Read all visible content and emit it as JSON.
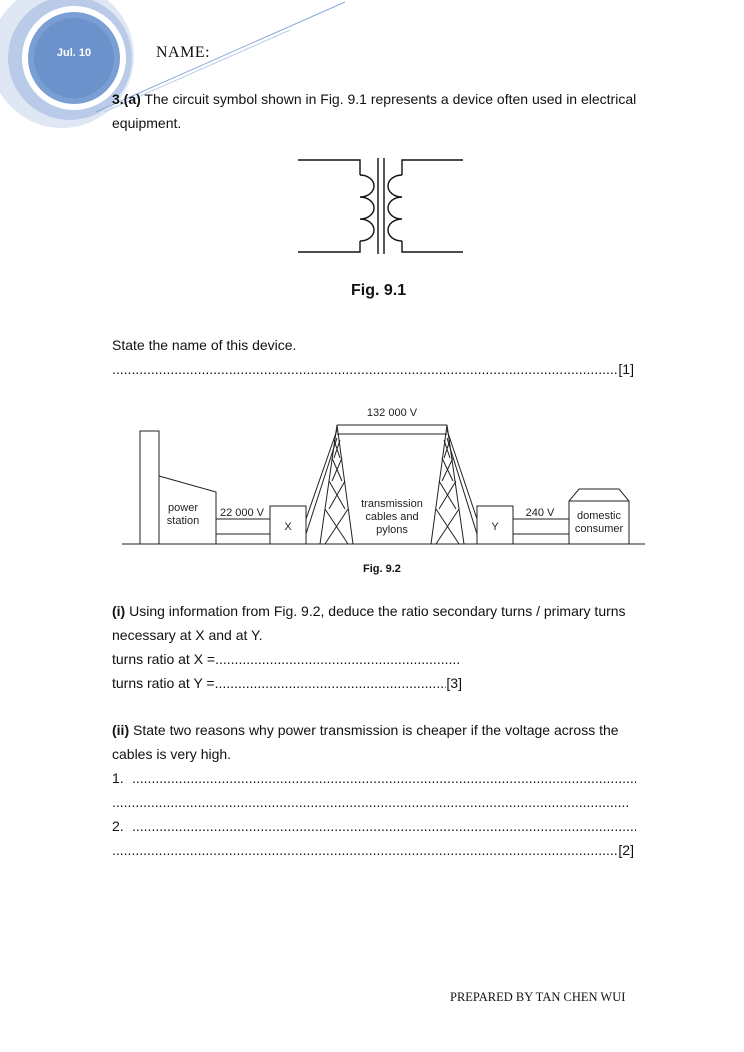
{
  "header": {
    "date_badge": "Jul. 10",
    "name_label": "NAME:"
  },
  "question": {
    "part_a_label": "3.(a)",
    "part_a_text_line1": " The circuit symbol shown in Fig. 9.1 represents a device often used in electrical",
    "part_a_text_line2": "equipment.",
    "fig1_caption": "Fig. 9.1",
    "state_name_prompt": "State the name of this device.",
    "answer_line_1_marks": "[1]",
    "fig2_caption": "Fig. 9.2",
    "fig2_labels": {
      "high_voltage": "132 000 V",
      "power_station_line1": "power",
      "power_station_line2": "station",
      "station_voltage": "22 000 V",
      "transformer_x": "X",
      "transmission_line1": "transmission",
      "transmission_line2": "cables and",
      "transmission_line3": "pylons",
      "transformer_y": "Y",
      "consumer_voltage": "240 V",
      "consumer_line1": "domestic",
      "consumer_line2": "consumer"
    },
    "part_i_label": "(i)",
    "part_i_text_line1": " Using information from Fig. 9.2, deduce the ratio secondary turns / primary turns",
    "part_i_text_line2": "necessary at X and at Y.",
    "turns_x_label": "turns ratio at X = ",
    "turns_y_label": "turns ratio at Y = ",
    "turns_marks": "[3]",
    "part_ii_label": "(ii)",
    "part_ii_text_line1": " State two reasons why power transmission is cheaper if the voltage across the",
    "part_ii_text_line2": "cables is very high.",
    "reason_1_number": "1.",
    "reason_2_number": "2.",
    "reasons_marks": "[2]"
  },
  "footer": {
    "prepared_by": "PREPARED BY TAN CHEN WUI"
  },
  "colors": {
    "badge_outer": "#c9d7ee",
    "badge_mid": "#9fbbe3",
    "badge_inner": "#6f95cf"
  }
}
